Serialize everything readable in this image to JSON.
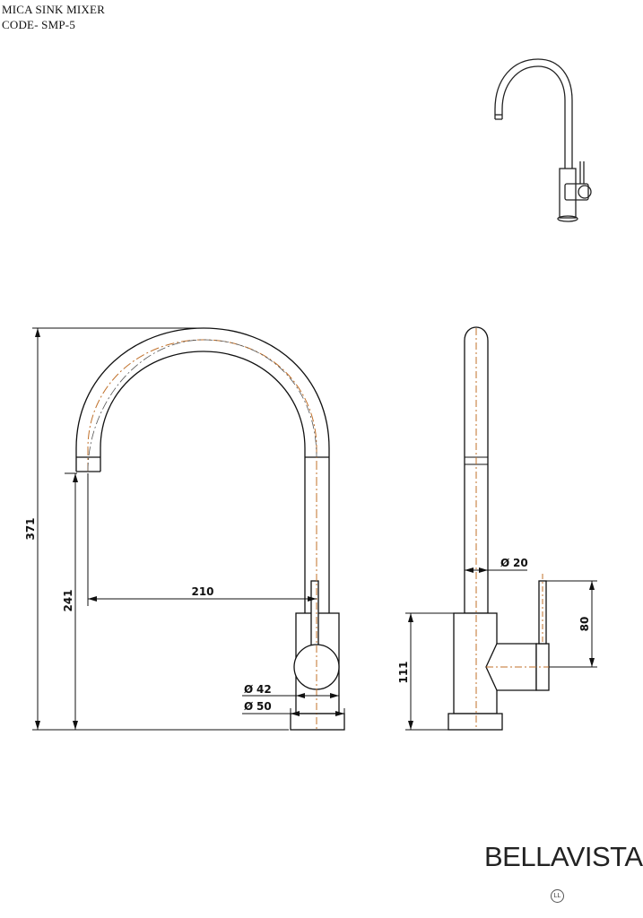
{
  "header": {
    "product_name": "MICA SINK MIXER",
    "product_code": "CODE- SMP-5"
  },
  "dimensions": {
    "overall_height": "371",
    "spout_height": "241",
    "spout_reach": "210",
    "handle_dia": "42",
    "base_dia": "50",
    "spout_dia": "20",
    "lever_height": "80",
    "body_height": "111",
    "dia_symbol": "Ø"
  },
  "brand": {
    "logo_text": "BELLAVISTA",
    "mark_text": "LL"
  },
  "colors": {
    "outline": "#111111",
    "centerline": "#c0702a",
    "dimension_line": "#111111"
  }
}
